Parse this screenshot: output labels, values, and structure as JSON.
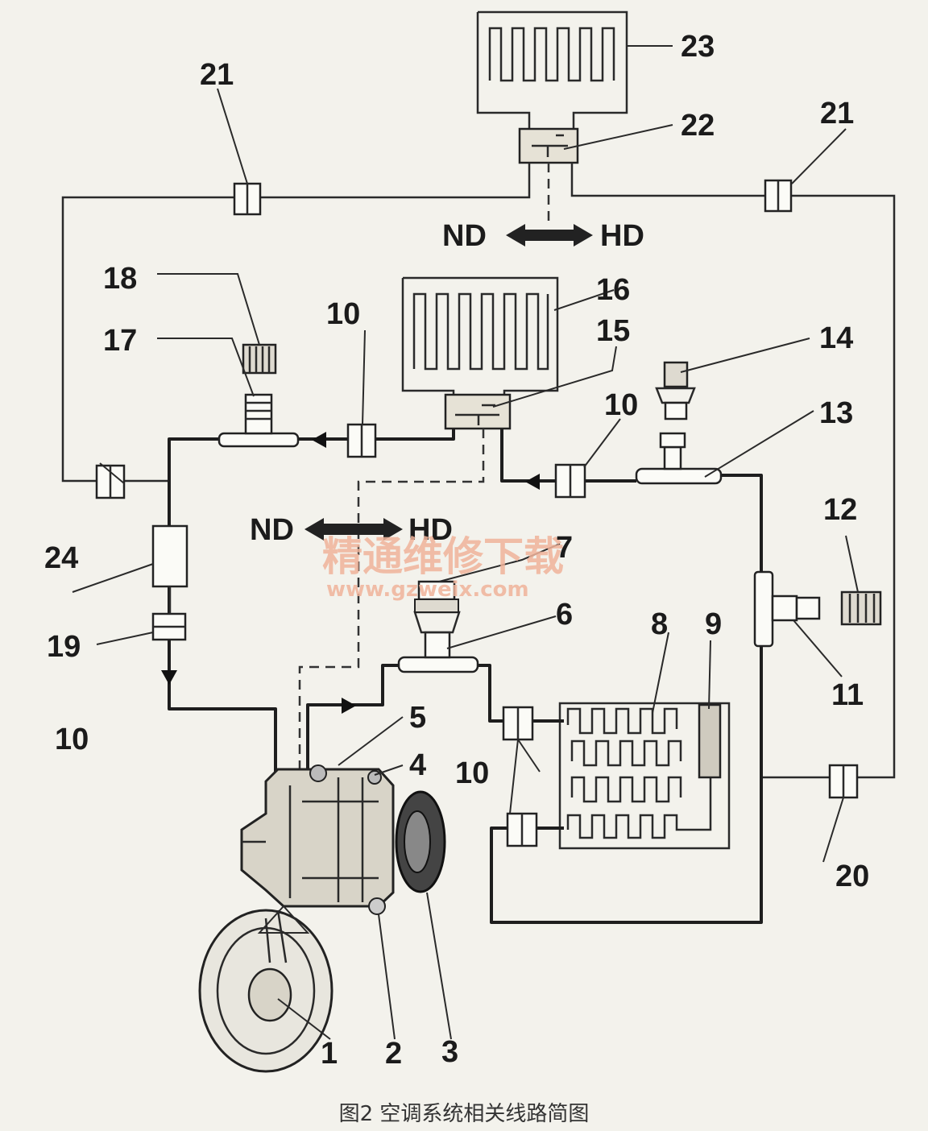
{
  "labels": {
    "l1": "1",
    "l2": "2",
    "l3": "3",
    "l4": "4",
    "l5": "5",
    "l6": "6",
    "l7": "7",
    "l8": "8",
    "l9": "9",
    "l10": "10",
    "l11": "11",
    "l12": "12",
    "l13": "13",
    "l14": "14",
    "l15": "15",
    "l16": "16",
    "l17": "17",
    "l18": "18",
    "l19": "19",
    "l20": "20",
    "l21": "21",
    "l22": "22",
    "l23": "23",
    "l24": "24"
  },
  "pressure": {
    "low": "ND",
    "high": "HD"
  },
  "watermark": {
    "title": "精通维修下载",
    "url": "www.gzweix.com"
  },
  "caption": "图2  空调系统相关线路简图"
}
